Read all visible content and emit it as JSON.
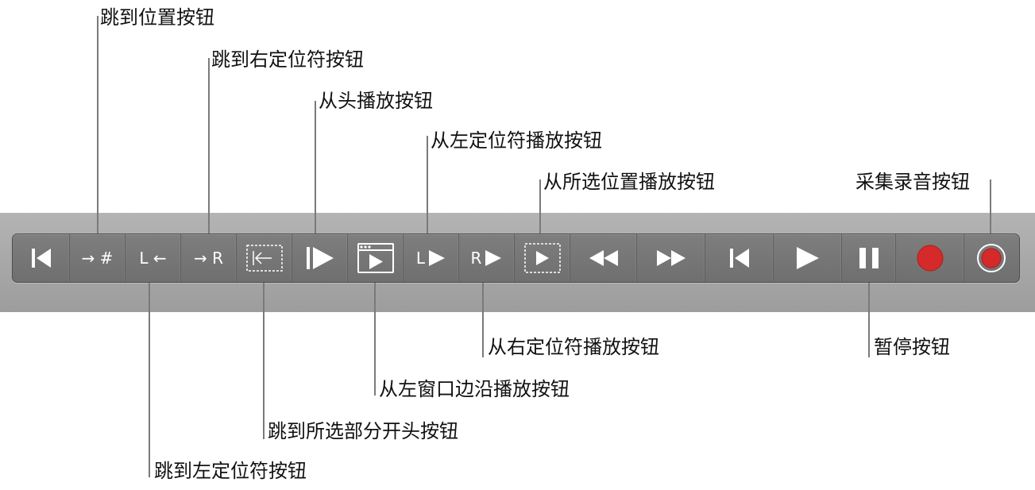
{
  "callouts": {
    "goto_position": "跳到位置按钮",
    "goto_right_locator": "跳到右定位符按钮",
    "play_from_start": "从头播放按钮",
    "play_from_left_locator": "从左定位符播放按钮",
    "play_from_selected_position": "从所选位置播放按钮",
    "capture_recording": "采集录音按钮",
    "play_from_right_locator": "从右定位符播放按钮",
    "pause": "暂停按钮",
    "play_from_left_window_edge": "从左窗口边沿播放按钮",
    "goto_selection_start": "跳到所选部分开头按钮",
    "goto_left_locator": "跳到左定位符按钮"
  },
  "transport": {
    "goto_position_label": "→ #",
    "goto_left_locator_label": "L ←",
    "goto_right_locator_label": "→ R",
    "play_left_locator_letter": "L",
    "play_right_locator_letter": "R"
  },
  "colors": {
    "record": "#d42a2a",
    "bar": "#757575",
    "band": "#a8a8a8"
  },
  "icons": [
    "go-to-beginning-icon",
    "goto-position-icon",
    "goto-left-locator-icon",
    "goto-right-locator-icon",
    "goto-selection-start-icon",
    "play-from-start-icon",
    "play-from-window-edge-icon",
    "play-from-left-locator-icon",
    "play-from-right-locator-icon",
    "play-from-selection-icon",
    "rewind-icon",
    "fast-forward-icon",
    "go-to-previous-icon",
    "play-icon",
    "pause-icon",
    "record-icon",
    "capture-recording-icon"
  ]
}
